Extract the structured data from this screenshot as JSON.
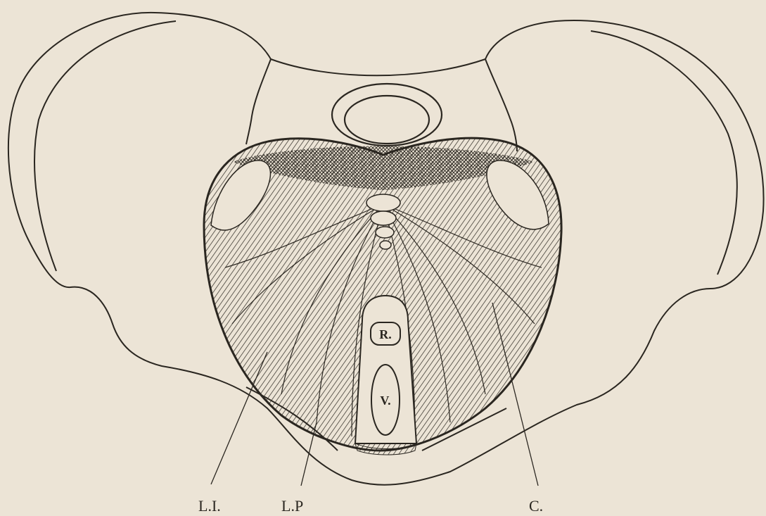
{
  "labels": {
    "levator_ischii": "L.I.",
    "levator_pubis": "L.P",
    "coccygeus": "C.",
    "rectum": "R.",
    "vagina": "V."
  },
  "colors": {
    "paper": "#ece4d6",
    "ink": "#2a2620"
  }
}
